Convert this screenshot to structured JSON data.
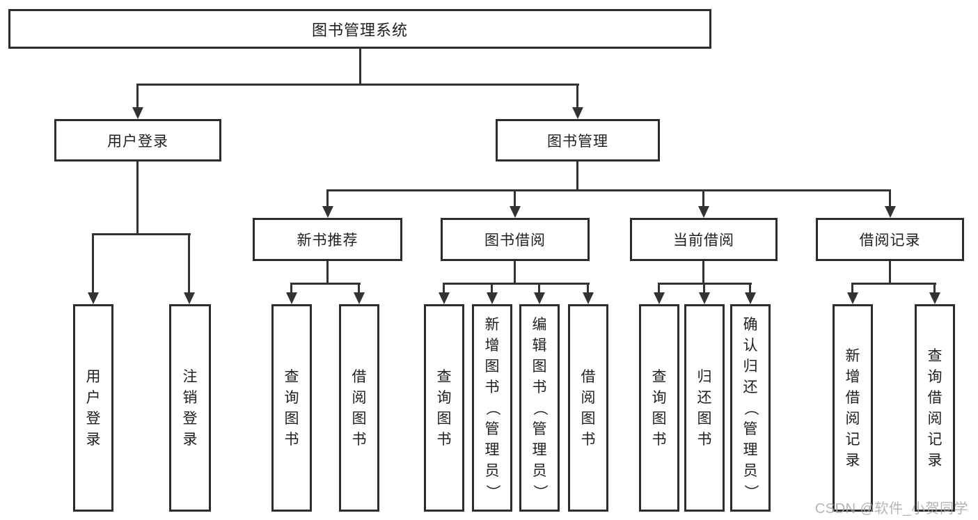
{
  "tree": {
    "root": "图书管理系统",
    "user_login": {
      "label": "用户登录",
      "children": [
        "用户登录",
        "注销登录"
      ]
    },
    "book_management": {
      "label": "图书管理",
      "modules": {
        "new_book_recommendation": {
          "label": "新书推荐",
          "children": [
            "查询图书",
            "借阅图书"
          ]
        },
        "book_borrowing": {
          "label": "图书借阅",
          "children": [
            "查询图书",
            "新增图书（管理员）",
            "编辑图书（管理员）",
            "借阅图书"
          ]
        },
        "current_borrowing": {
          "label": "当前借阅",
          "children": [
            "查询图书",
            "归还图书",
            "确认归还（管理员）"
          ]
        },
        "borrowing_records": {
          "label": "借阅记录",
          "children": [
            "新增借阅记录",
            "查询借阅记录"
          ]
        }
      }
    }
  },
  "watermark": "CSDN @软件_小贺同学",
  "colors": {
    "line": "#333333",
    "box_border": "#2d2d2d",
    "text": "#1f1f1f",
    "watermark": "#a7a7ae",
    "background": "#ffffff"
  }
}
